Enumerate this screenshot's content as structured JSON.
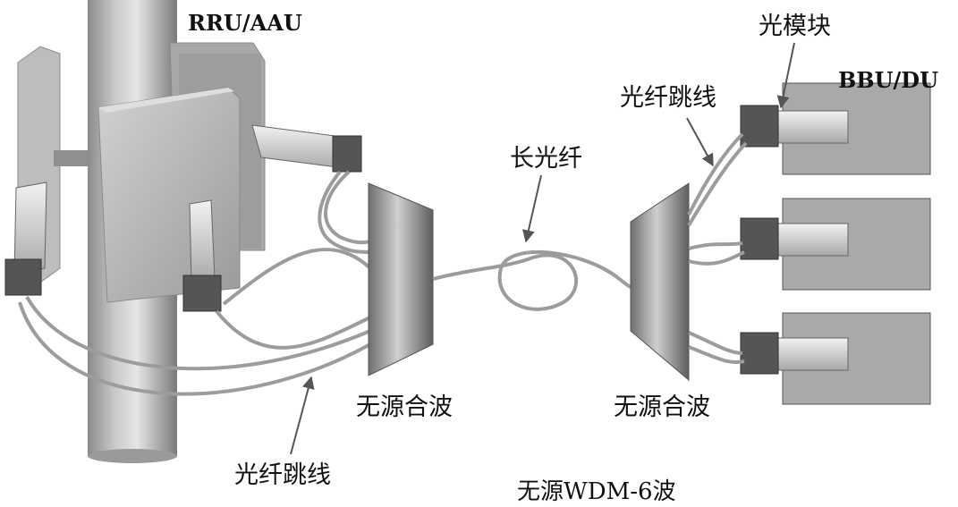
{
  "labels": {
    "rru_aau": "RRU/AAU",
    "optical_module": "光模块",
    "bbu_du": "BBU/DU",
    "patch_cord_right": "光纤跳线",
    "long_fiber": "长光纤",
    "mux_left": "无源合波",
    "mux_right": "无源合波",
    "patch_cord_left": "光纤跳线",
    "title": "无源WDM-6波"
  }
}
